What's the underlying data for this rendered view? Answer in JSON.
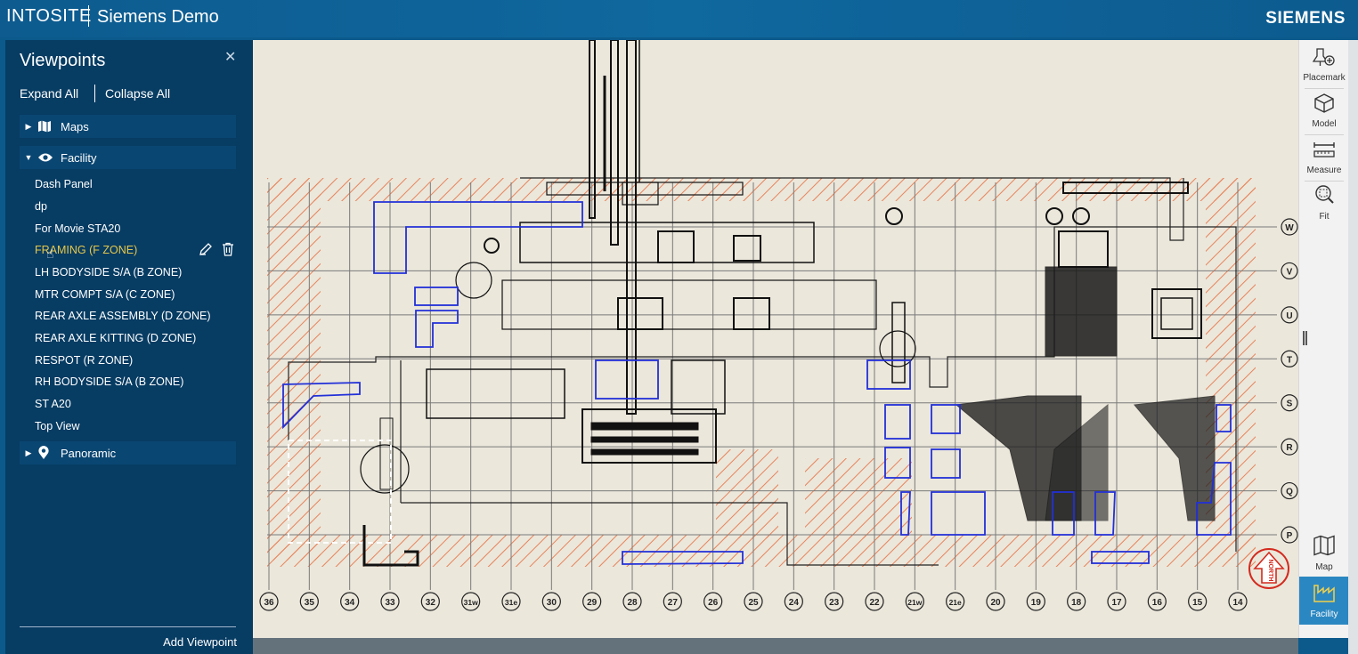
{
  "header": {
    "brand": "INTOSITE",
    "project": "Siemens Demo",
    "vendor": "SIEMENS"
  },
  "panel": {
    "title": "Viewpoints",
    "expand_all": "Expand All",
    "collapse_all": "Collapse All",
    "groups": [
      {
        "label": "Maps",
        "icon": "map-icon",
        "expanded": false
      },
      {
        "label": "Facility",
        "icon": "eye-icon",
        "expanded": true
      },
      {
        "label": "Panoramic",
        "icon": "panorama-pin-icon",
        "expanded": false
      }
    ],
    "facility_items": [
      "Dash Panel",
      "dp",
      "For Movie STA20",
      "FRAMING (F ZONE)",
      "LH BODYSIDE S/A (B ZONE)",
      "MTR COMPT S/A (C ZONE)",
      "REAR AXLE ASSEMBLY (D ZONE)",
      "REAR AXLE KITTING (D ZONE)",
      "RESPOT (R ZONE)",
      "RH BODYSIDE S/A (B ZONE)",
      "ST A20",
      "Top View"
    ],
    "active_item_index": 3,
    "add_viewpoint": "Add Viewpoint"
  },
  "toolbar": {
    "tools": [
      {
        "label": "Placemark",
        "icon": "placemark-icon"
      },
      {
        "label": "Model",
        "icon": "cube-icon"
      },
      {
        "label": "Measure",
        "icon": "ruler-icon"
      },
      {
        "label": "Fit",
        "icon": "fit-icon"
      },
      {
        "label": "Map",
        "icon": "map-icon"
      },
      {
        "label": "Facility",
        "icon": "factory-icon"
      }
    ],
    "active_tool": "Facility"
  },
  "drawing": {
    "column_labels": [
      "36",
      "35",
      "34",
      "33",
      "32",
      "31w",
      "31e",
      "30",
      "29",
      "28",
      "27",
      "26",
      "25",
      "24",
      "23",
      "22",
      "21w",
      "21e",
      "20",
      "19",
      "18",
      "17",
      "16",
      "15",
      "14"
    ],
    "row_labels": [
      "W",
      "V",
      "U",
      "T",
      "S",
      "R",
      "Q",
      "P"
    ],
    "north_label": "NORTH"
  },
  "colors": {
    "header": "#0d5b8f",
    "panel": "#073c63",
    "group": "#0a4672",
    "active_item": "#e6c84a",
    "canvas": "#ebe7db",
    "hatch": "#e8835a",
    "zone_outline": "#2230d8",
    "active_tool": "#2b87c1"
  }
}
